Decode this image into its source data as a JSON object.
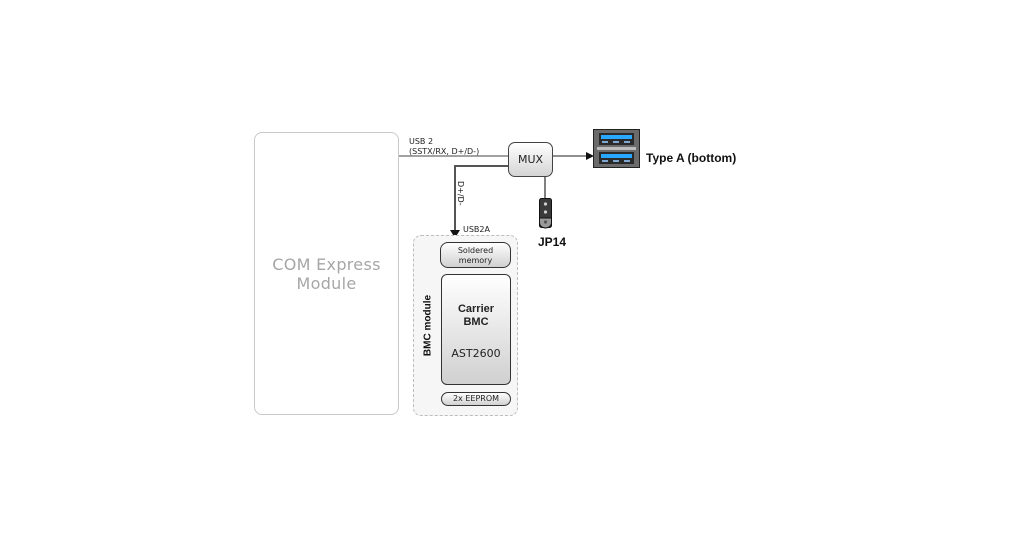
{
  "diagram": {
    "com_module": {
      "line1": "COM Express",
      "line2": "Module"
    },
    "usb_link": {
      "line1": "USB 2",
      "line2": "(SSTX/RX, D+/D-)"
    },
    "mux": {
      "label": "MUX"
    },
    "connector": {
      "label": "Type A (bottom)",
      "icon": "usb-type-a-dual-connector-icon"
    },
    "jumper": {
      "label": "JP14",
      "icon": "jumper-icon"
    },
    "branch": {
      "signal_label": "D+/D-",
      "port_label": "USB2A"
    },
    "bmc_module": {
      "label": "BMC module",
      "memory": {
        "line1": "Soldered",
        "line2": "memory"
      },
      "carrier": {
        "line1": "Carrier",
        "line2": "BMC",
        "chip": "AST2600"
      },
      "eeprom": {
        "label": "2x EEPROM"
      }
    },
    "colors": {
      "usb_blue": "#1e90ff",
      "connector_frame": "#555555"
    }
  }
}
